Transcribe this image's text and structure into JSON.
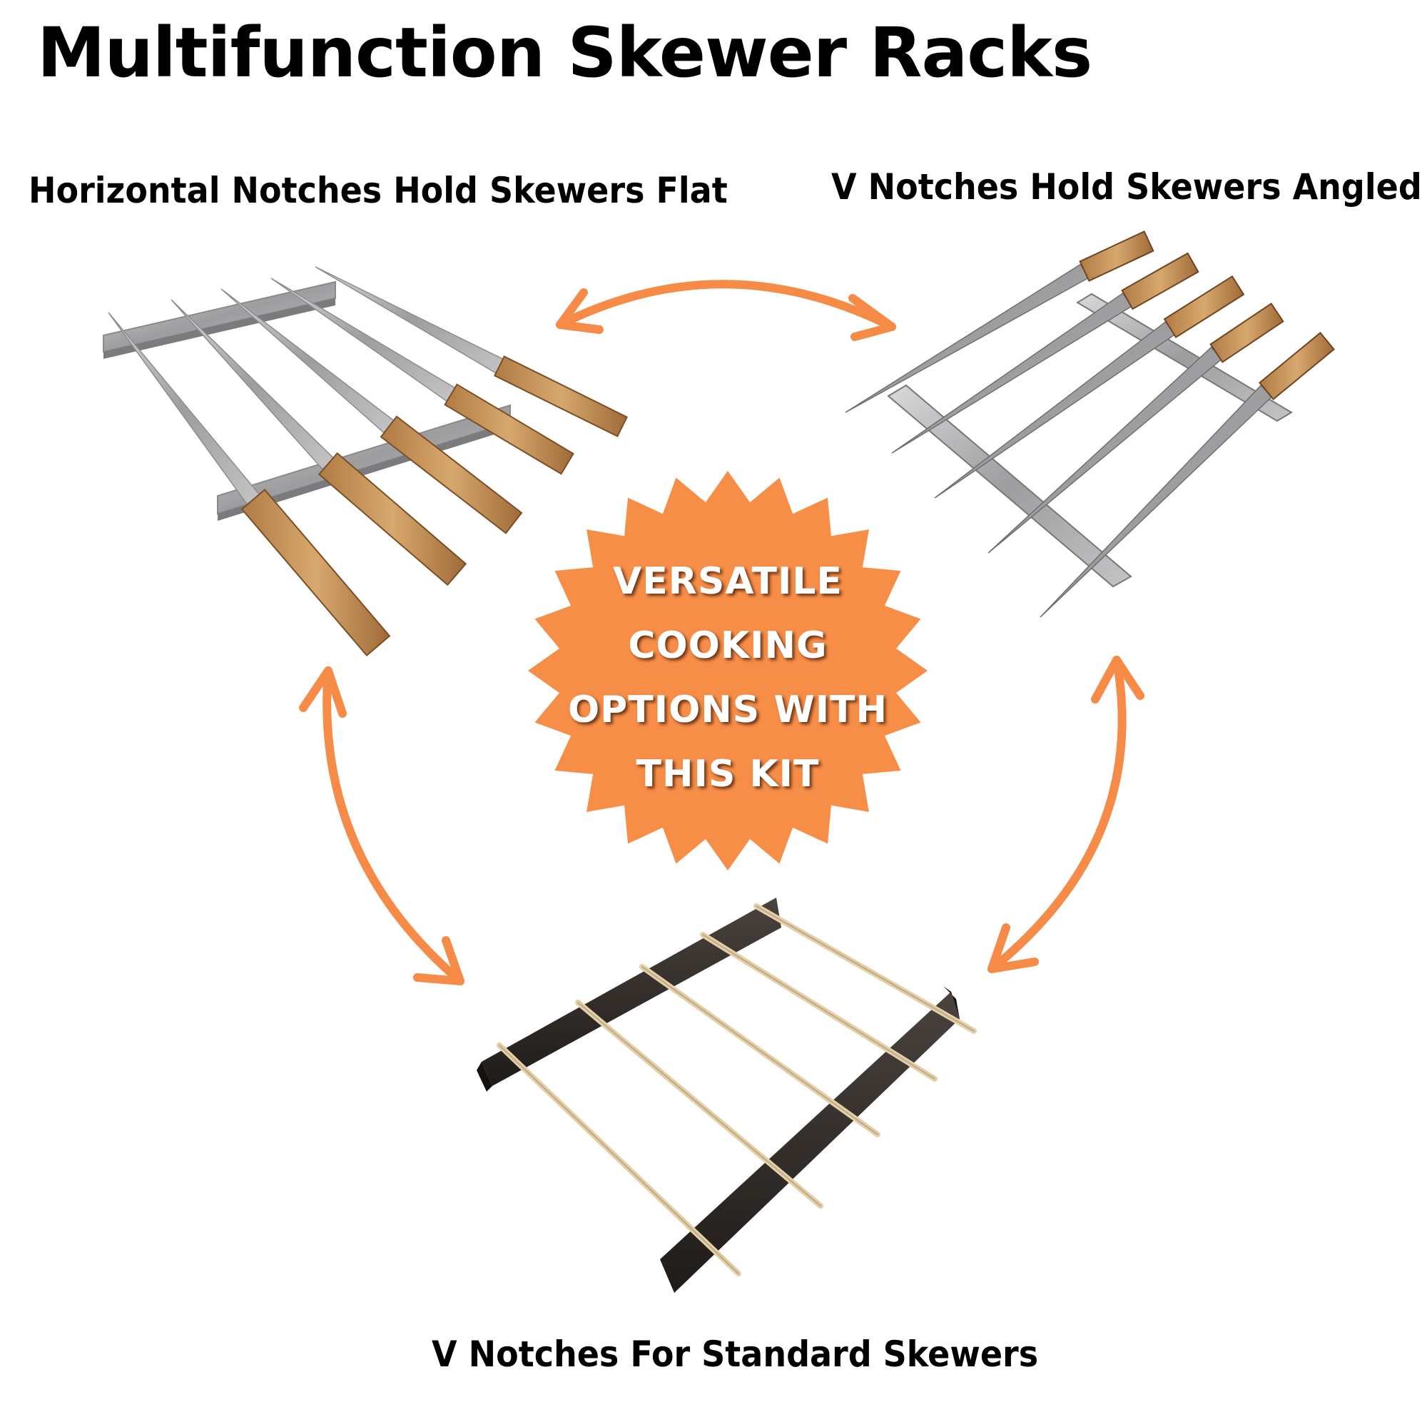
{
  "title": "Multifunction Skewer Racks",
  "captions": {
    "flat": "Horizontal Notches Hold Skewers Flat",
    "angled": "V Notches Hold Skewers Angled",
    "standard": "V Notches For Standard Skewers"
  },
  "badge": {
    "lines": [
      "VERSATILE",
      "COOKING",
      "OPTIONS WITH",
      "THIS KIT"
    ],
    "color": "#f78e48"
  },
  "arrow_color": "#f58b46",
  "colors": {
    "steel": "#a3a3a6",
    "wood": "#c9975c",
    "dark_rail": "#2e2925",
    "bamboo": "#e3cfa8"
  }
}
